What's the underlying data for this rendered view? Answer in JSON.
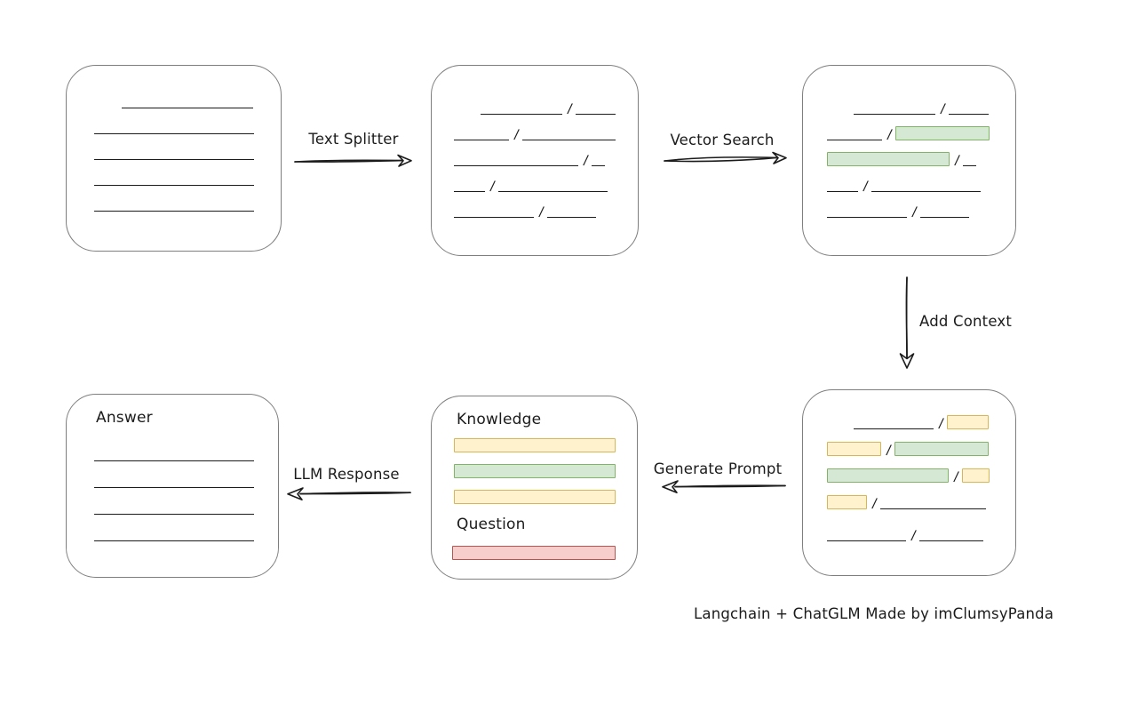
{
  "diagram": {
    "caption": "Langchain + ChatGLM Made by imClumsyPanda",
    "colors": {
      "line": "#1b1b1b",
      "box_border": "#7e7e7e",
      "green_fill": "#d5e8d4",
      "green_border": "#82b366",
      "yellow_fill": "#fff2cc",
      "yellow_border": "#d6b656",
      "red_fill": "#f8cecc",
      "red_border": "#b85450"
    },
    "flow": [
      {
        "id": "text_splitter",
        "label": "Text Splitter",
        "direction": "right"
      },
      {
        "id": "vector_search",
        "label": "Vector Search",
        "direction": "right"
      },
      {
        "id": "add_context",
        "label": "Add Context",
        "direction": "down"
      },
      {
        "id": "generate_prompt",
        "label": "Generate Prompt",
        "direction": "left"
      },
      {
        "id": "llm_response",
        "label": "LLM Response",
        "direction": "left"
      }
    ],
    "boxes": {
      "source_document": {
        "lines": [
          {
            "indent": 31,
            "w": 148
          },
          {
            "indent": 0,
            "w": 180
          },
          {
            "indent": 0,
            "w": 180
          },
          {
            "indent": 0,
            "w": 180
          },
          {
            "indent": 0,
            "w": 180
          }
        ]
      },
      "split_chunks": {
        "rows": [
          [
            {
              "t": "indent",
              "w": 30
            },
            {
              "t": "line",
              "w": 92
            },
            {
              "t": "slash"
            },
            {
              "t": "line",
              "w": 45
            }
          ],
          [
            {
              "t": "line",
              "w": 62
            },
            {
              "t": "slash"
            },
            {
              "t": "line",
              "w": 105
            }
          ],
          [
            {
              "t": "line",
              "w": 140
            },
            {
              "t": "slash"
            },
            {
              "t": "line",
              "w": 15
            }
          ],
          [
            {
              "t": "line",
              "w": 35
            },
            {
              "t": "slash"
            },
            {
              "t": "line",
              "w": 123
            }
          ],
          [
            {
              "t": "line",
              "w": 90
            },
            {
              "t": "slash"
            },
            {
              "t": "line",
              "w": 55
            }
          ]
        ]
      },
      "matched_chunks": {
        "rows": [
          [
            {
              "t": "indent",
              "w": 30
            },
            {
              "t": "line",
              "w": 92
            },
            {
              "t": "slash"
            },
            {
              "t": "line",
              "w": 45
            }
          ],
          [
            {
              "t": "line",
              "w": 62
            },
            {
              "t": "slash"
            },
            {
              "t": "green",
              "w": 104
            }
          ],
          [
            {
              "t": "green",
              "w": 136
            },
            {
              "t": "slash"
            },
            {
              "t": "line",
              "w": 15
            }
          ],
          [
            {
              "t": "line",
              "w": 35
            },
            {
              "t": "slash"
            },
            {
              "t": "line",
              "w": 123
            }
          ],
          [
            {
              "t": "line",
              "w": 90
            },
            {
              "t": "slash"
            },
            {
              "t": "line",
              "w": 55
            }
          ]
        ]
      },
      "context_chunks": {
        "rows": [
          [
            {
              "t": "indent",
              "w": 30
            },
            {
              "t": "line",
              "w": 90
            },
            {
              "t": "slash"
            },
            {
              "t": "yellow",
              "w": 45
            }
          ],
          [
            {
              "t": "yellow",
              "w": 59
            },
            {
              "t": "slash"
            },
            {
              "t": "green",
              "w": 104
            }
          ],
          [
            {
              "t": "green",
              "w": 135
            },
            {
              "t": "slash"
            },
            {
              "t": "yellow",
              "w": 29
            }
          ],
          [
            {
              "t": "yellow",
              "w": 43
            },
            {
              "t": "slash"
            },
            {
              "t": "line",
              "w": 119
            }
          ],
          [
            {
              "t": "line",
              "w": 89
            },
            {
              "t": "slash"
            },
            {
              "t": "line",
              "w": 72
            }
          ]
        ]
      },
      "prompt": {
        "knowledge_label": "Knowledge",
        "knowledge_bars": [
          "yellow",
          "green",
          "yellow"
        ],
        "question_label": "Question",
        "question_bars": [
          "red"
        ]
      },
      "answer": {
        "label": "Answer",
        "lines": [
          {
            "indent": 0,
            "w": 180
          },
          {
            "indent": 0,
            "w": 180
          },
          {
            "indent": 0,
            "w": 180
          },
          {
            "indent": 0,
            "w": 180
          }
        ]
      }
    }
  }
}
